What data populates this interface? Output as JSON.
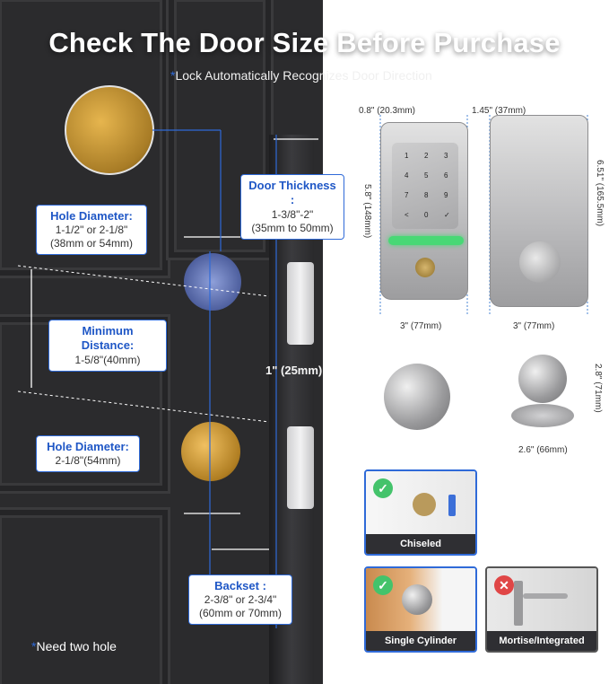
{
  "header": {
    "title": "Check The Door Size Before Purchase",
    "subtitle_star": "*",
    "subtitle": "Lock Automatically Recognizes Door Direction"
  },
  "callouts": {
    "hole_diameter_1": {
      "title": "Hole Diameter:",
      "line1": "1-1/2\" or 2-1/8\"",
      "line2": "(38mm or 54mm)"
    },
    "min_distance": {
      "title": "Minimum Distance:",
      "line1": "1-5/8\"(40mm)"
    },
    "hole_diameter_2": {
      "title": "Hole Diameter:",
      "line1": "2-1/8\"(54mm)"
    },
    "door_thickness": {
      "title": "Door Thickness :",
      "line1": "1-3/8\"-2\"",
      "line2": "(35mm to 50mm)"
    },
    "backset": {
      "title": "Backset :",
      "line1": "2-3/8\" or 2-3/4\"",
      "line2": "(60mm or 70mm)"
    }
  },
  "dims": {
    "edge_width": "1\" (25mm)",
    "front_depth": "0.8\" (20.3mm)",
    "rear_depth": "1.45\" (37mm)",
    "front_height": "5.8\" (148mm)",
    "rear_height": "6.51\" (165.5mm)",
    "front_width": "3\" (77mm)",
    "rear_width": "3\" (77mm)",
    "knob_height": "2.8\" (71mm)",
    "knob_width": "2.6\" (66mm)"
  },
  "keypad_keys": [
    "1",
    "2",
    "3",
    "4",
    "5",
    "6",
    "7",
    "8",
    "9",
    "<",
    "0",
    "✓"
  ],
  "options": [
    {
      "label": "Chiseled",
      "status": "ok",
      "glyph": "✓"
    },
    {
      "label": "Single Cylinder",
      "status": "ok",
      "glyph": "✓"
    },
    {
      "label": "Mortise/Integrated",
      "status": "no",
      "glyph": "✕"
    }
  ],
  "footnote": {
    "star": "*",
    "text": "Need two hole"
  },
  "colors": {
    "accent": "#2f6ad8",
    "door": "#2b2b2d",
    "ok": "#44c36b",
    "no": "#e04646",
    "led": "#48d875"
  }
}
